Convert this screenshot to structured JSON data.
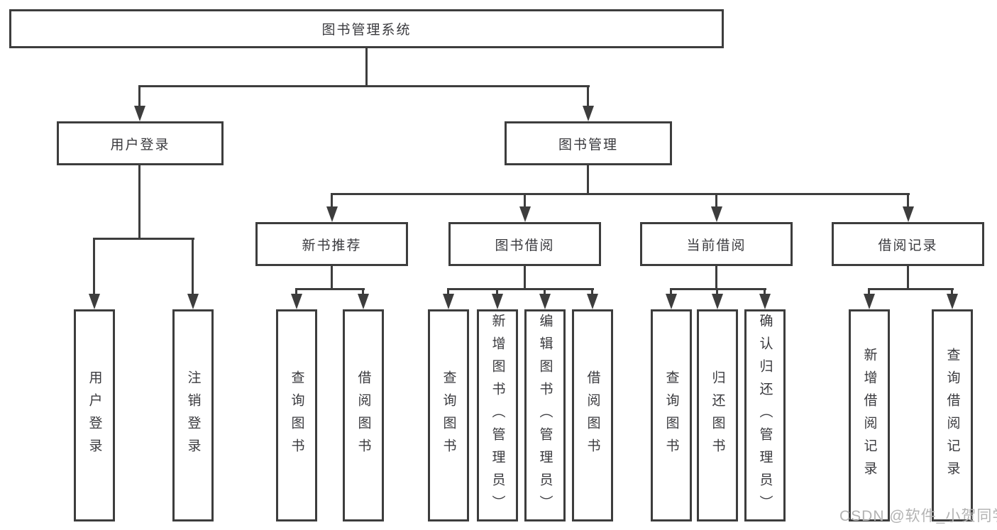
{
  "diagram": {
    "root": "图书管理系统",
    "level2": [
      "用户登录",
      "图书管理"
    ],
    "level3": [
      "新书推荐",
      "图书借阅",
      "当前借阅",
      "借阅记录"
    ],
    "leaves": {
      "login": [
        "用户登录",
        "注销登录"
      ],
      "new_book": [
        "查询图书",
        "借阅图书"
      ],
      "book_borrow": [
        "查询图书",
        "新增图书（管理员）",
        "编辑图书（管理员）",
        "借阅图书"
      ],
      "current_borrow": [
        "查询图书",
        "归还图书",
        "确认归还（管理员）"
      ],
      "borrow_record": [
        "新增借阅记录",
        "查询借阅记录"
      ]
    }
  },
  "watermark": "CSDN @软件_小贺同学",
  "colors": {
    "line": "#3d3d3d",
    "box_border": "#3d3d3d",
    "text": "#3a3a3e",
    "background": "#ffffff",
    "watermark": "#b3b3b3"
  }
}
